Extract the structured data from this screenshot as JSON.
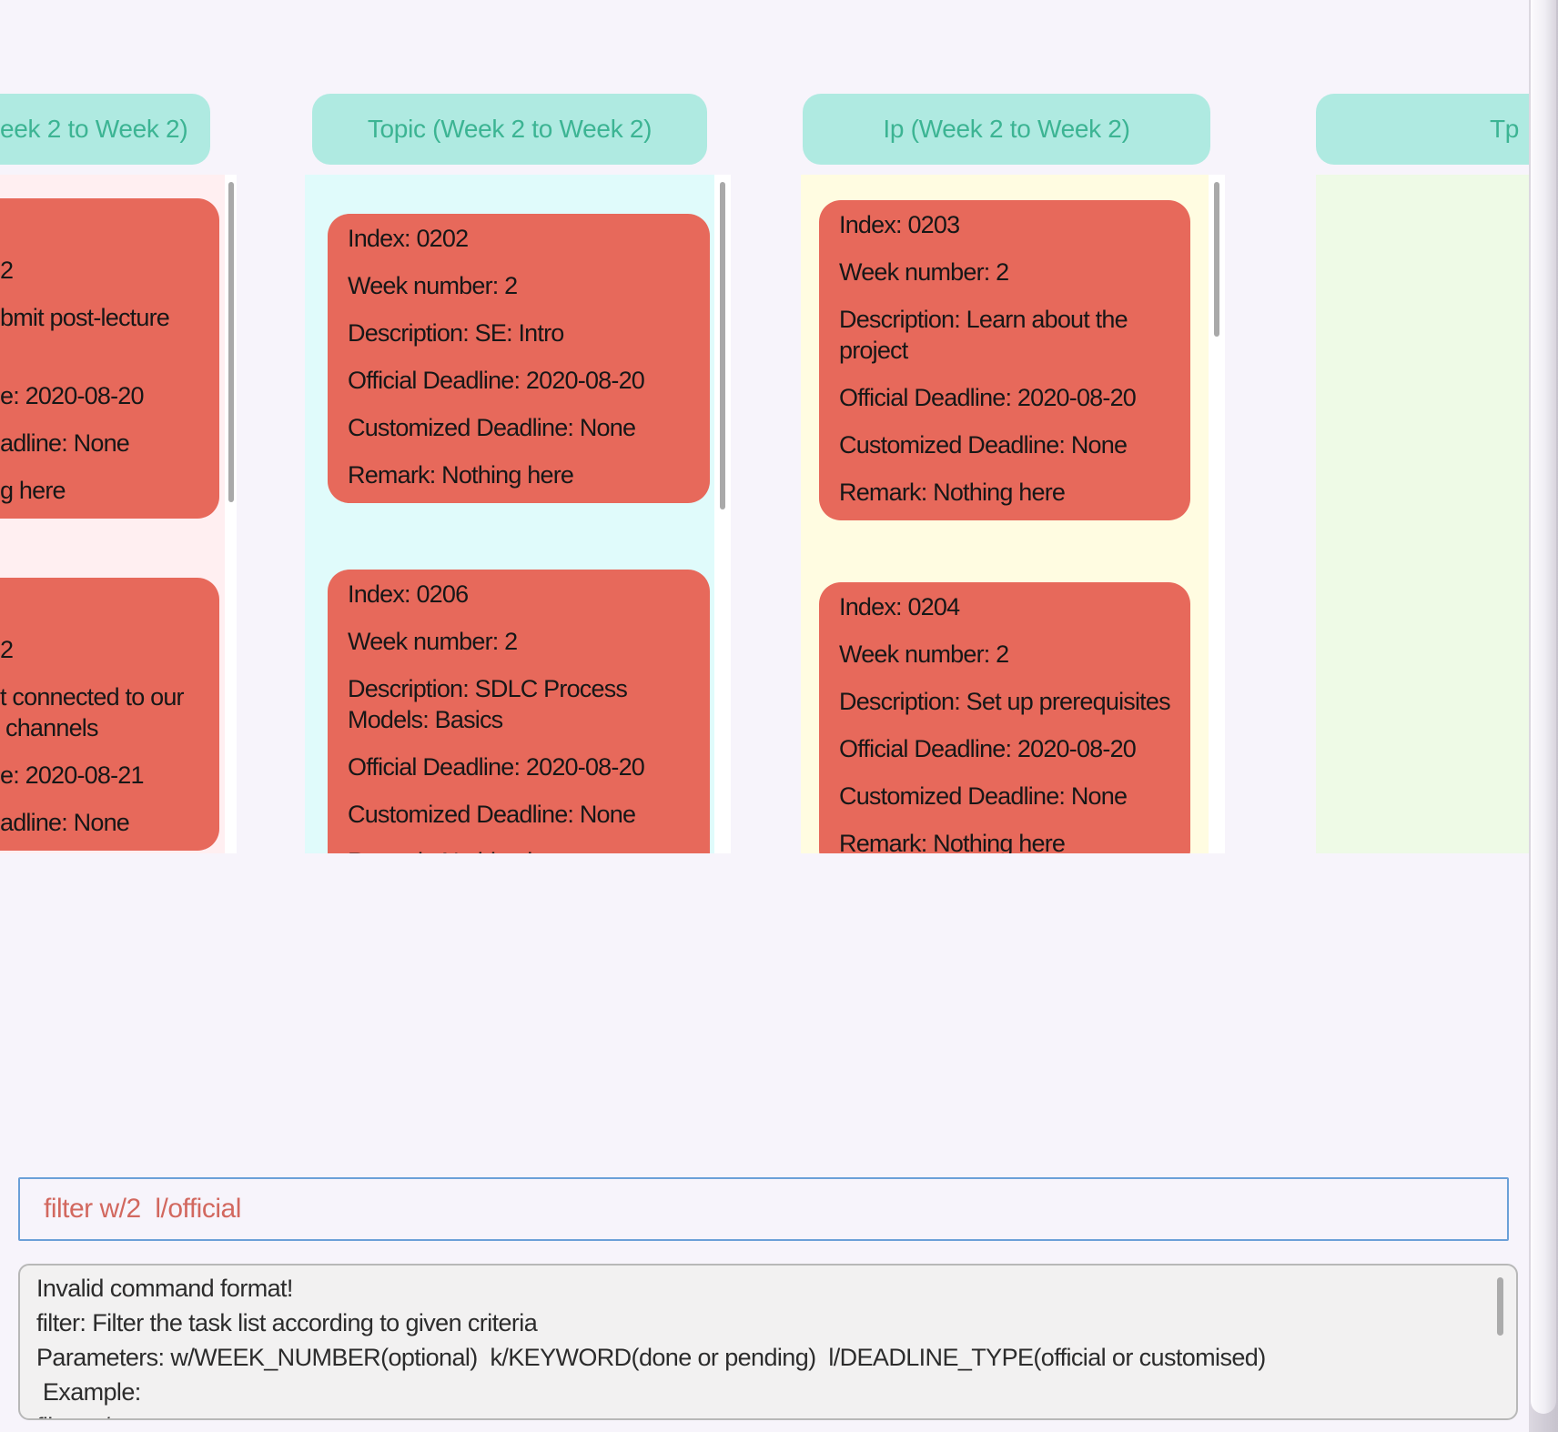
{
  "colors": {
    "window_background": "#f7f4fb",
    "header_background": "#afeae1",
    "header_text": "#3cb493",
    "card_background": "#e7695b",
    "card_text": "#171717",
    "column1_background": "#ffeff1",
    "column2_background": "#e0fbfb",
    "column3_background": "#fffce1",
    "column4_background": "#eefae6",
    "input_border": "#6ba0d8",
    "input_text": "#d2685f",
    "result_background": "#f2f1f1",
    "scrollbar_thumb": "#a9a9a9"
  },
  "columns": [
    {
      "header_label": "eek 2 to Week 2)",
      "cards": [
        {
          "lines": [
            "",
            "2",
            "bmit post-lecture",
            "",
            "e: 2020-08-20",
            "adline: None",
            "g here"
          ]
        },
        {
          "lines": [
            "",
            "2",
            "t connected to our",
            "channels",
            "e: 2020-08-21",
            "adline: None"
          ]
        }
      ]
    },
    {
      "header_label": "Topic (Week 2 to Week 2)",
      "cards": [
        {
          "lines": [
            "Index: 0202",
            "Week number: 2",
            "Description: SE: Intro",
            "Official Deadline: 2020-08-20",
            "Customized Deadline: None",
            "Remark: Nothing here"
          ]
        },
        {
          "lines": [
            "Index: 0206",
            "Week number: 2",
            "Description: SDLC Process",
            "Models: Basics",
            "Official Deadline: 2020-08-20",
            "Customized Deadline: None",
            "Remark: Nothing here"
          ]
        }
      ]
    },
    {
      "header_label": "Ip (Week 2 to Week 2)",
      "cards": [
        {
          "lines": [
            "Index: 0203",
            "Week number: 2",
            "Description: Learn about the",
            "project",
            "Official Deadline: 2020-08-20",
            "Customized Deadline: None",
            "Remark: Nothing here"
          ]
        },
        {
          "lines": [
            "Index: 0204",
            "Week number: 2",
            "Description: Set up prerequisites",
            "Official Deadline: 2020-08-20",
            "Customized Deadline: None",
            "Remark: Nothing here"
          ]
        }
      ]
    },
    {
      "header_label": "Tp",
      "cards": []
    }
  ],
  "command_box": {
    "value": "filter w/2  l/official"
  },
  "result_box": {
    "lines": [
      "Invalid command format!",
      "filter: Filter the task list according to given criteria",
      "Parameters: w/WEEK_NUMBER(optional)  k/KEYWORD(done or pending)  l/DEADLINE_TYPE(official or customised)",
      " Example:",
      "filter w/"
    ]
  }
}
